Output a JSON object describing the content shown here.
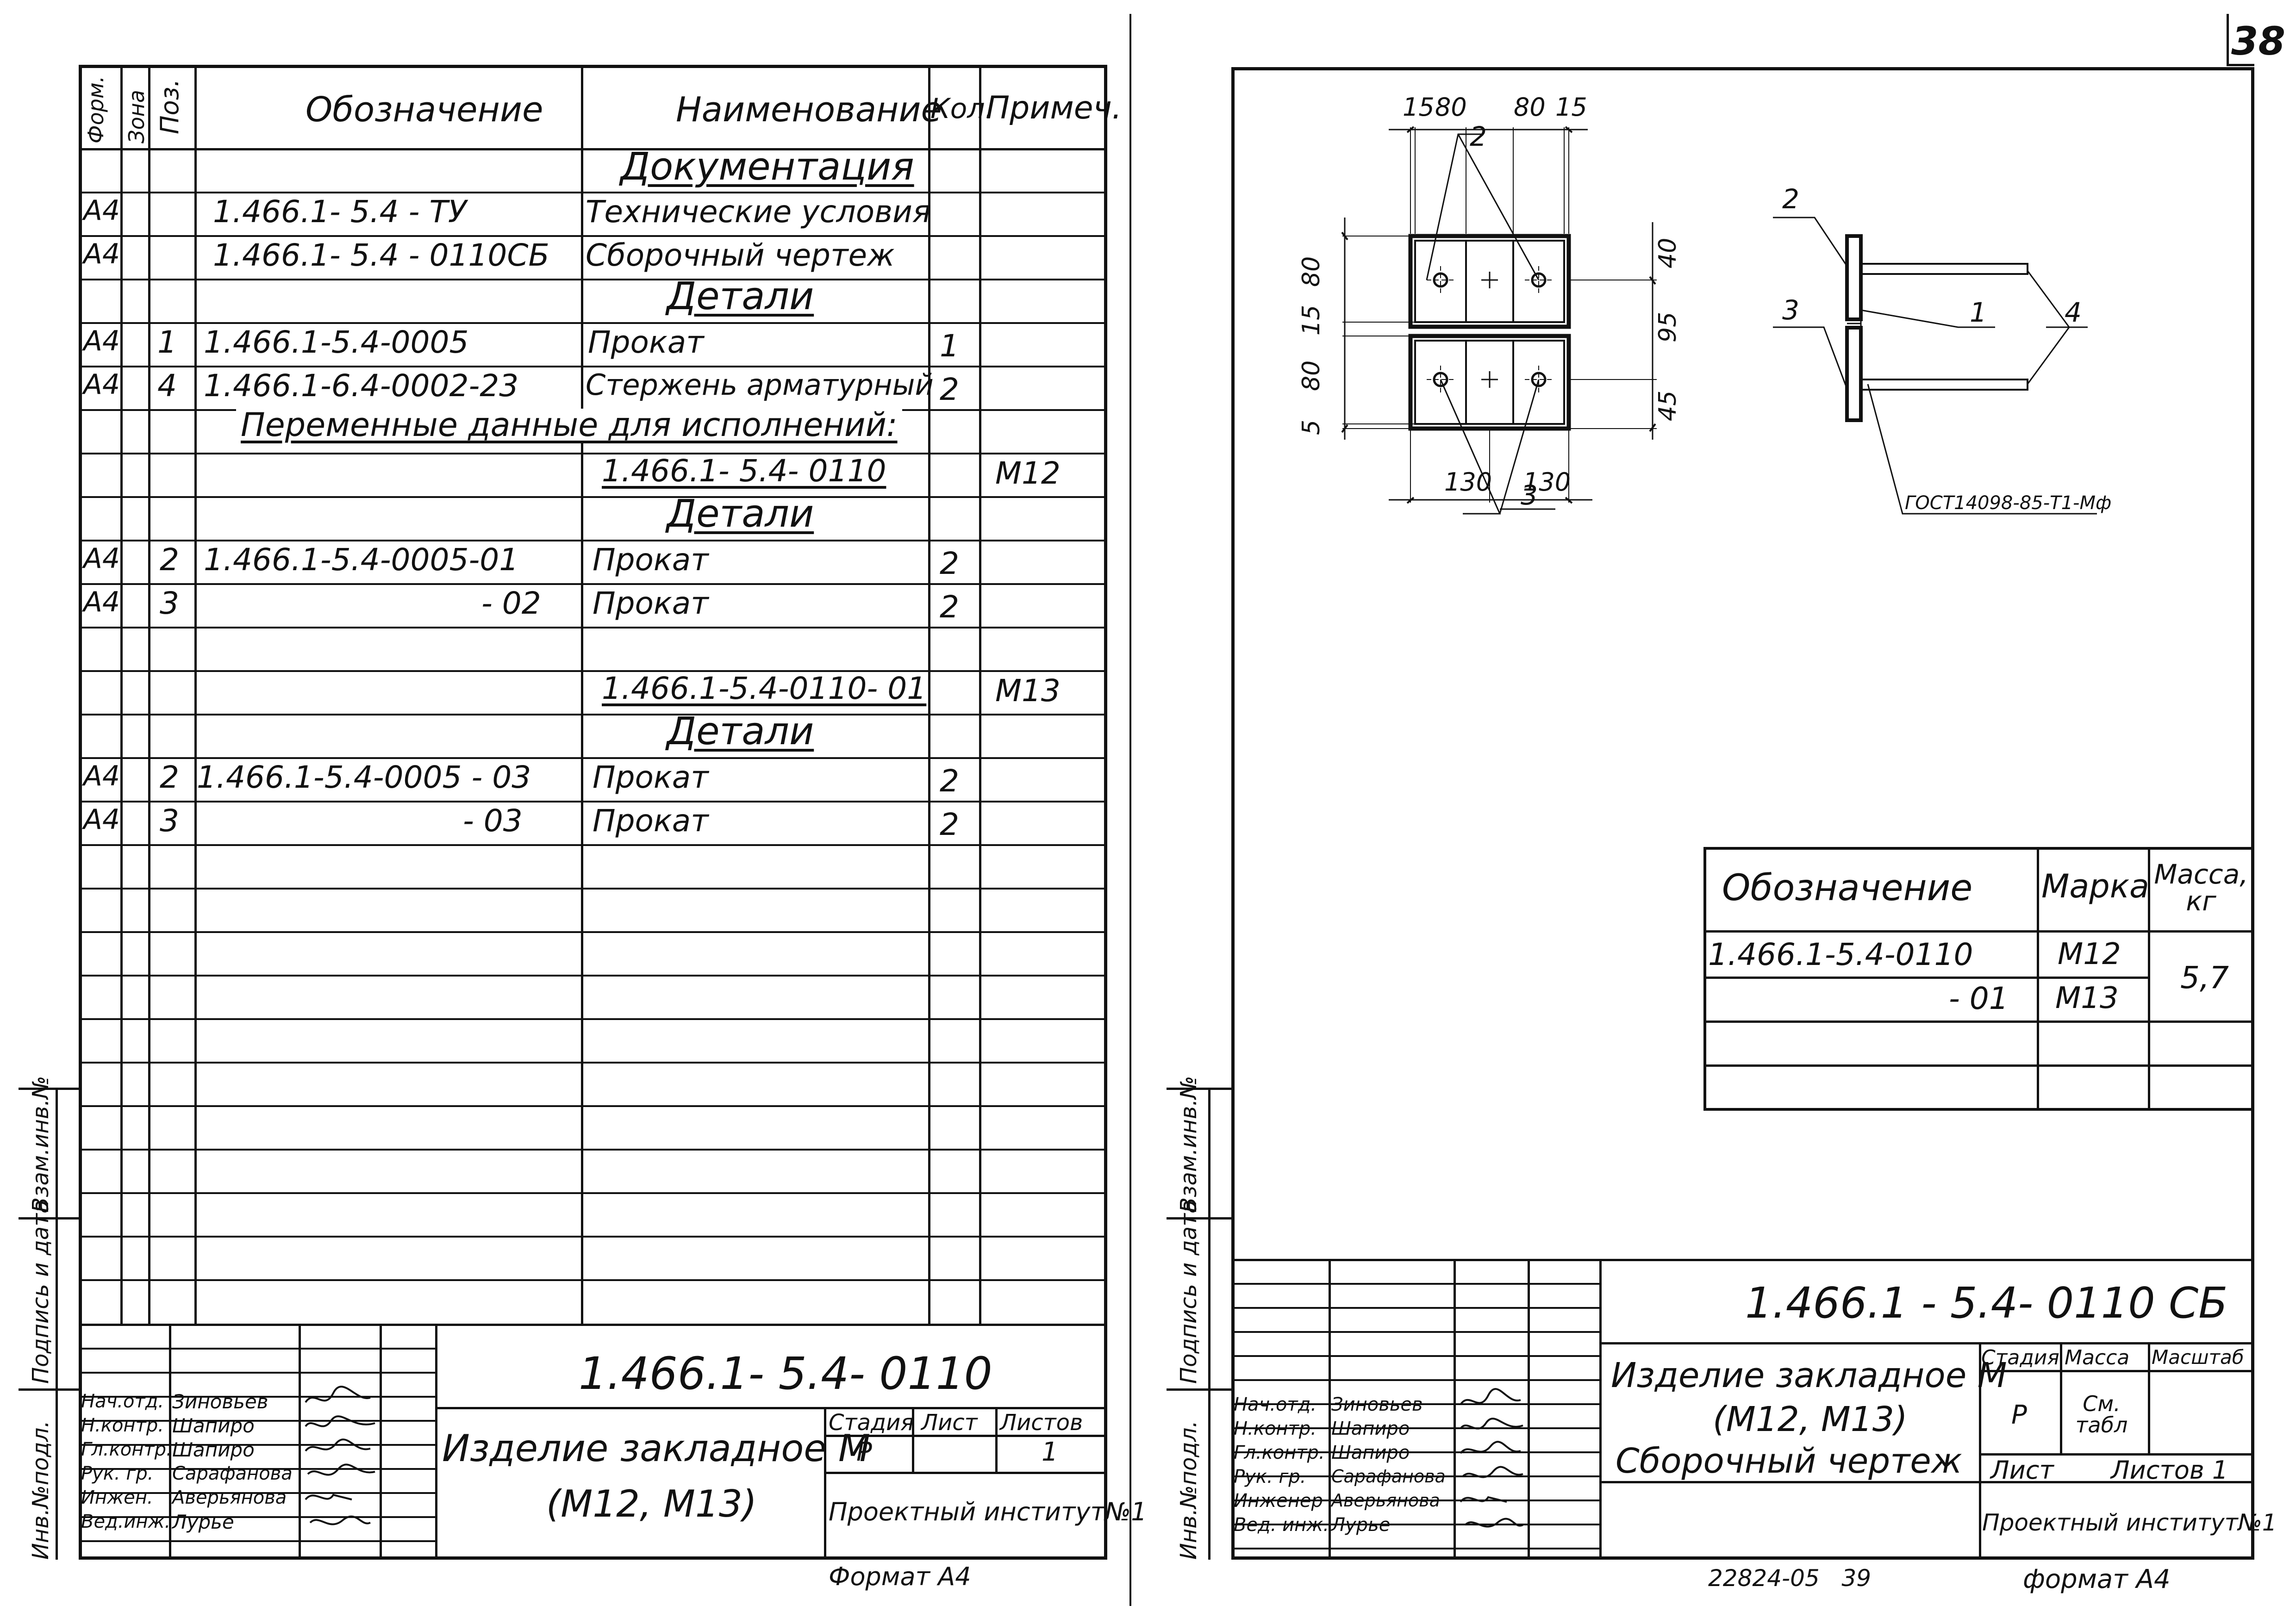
{
  "page_number": "38",
  "left_sheet": {
    "header": {
      "form": "Форм.",
      "zone": "Зона",
      "pos": "Поз.",
      "designation": "Обозначение",
      "name": "Наименование",
      "qty": "Кол.",
      "note": "Примеч."
    },
    "rows": [
      {
        "form": "",
        "pos": "",
        "designation": "",
        "name": "Документация",
        "qty": "",
        "note": "",
        "section": true
      },
      {
        "form": "А4",
        "pos": "",
        "designation": "1.466.1- 5.4 - ТУ",
        "name": "Технические условия",
        "qty": "",
        "note": ""
      },
      {
        "form": "А4",
        "pos": "",
        "designation": "1.466.1- 5.4 - 0110СБ",
        "name": "Сборочный чертеж",
        "qty": "",
        "note": ""
      },
      {
        "form": "",
        "pos": "",
        "designation": "",
        "name": "Детали",
        "qty": "",
        "note": "",
        "section": true
      },
      {
        "form": "А4",
        "pos": "1",
        "designation": "1.466.1-5.4-0005",
        "name": "Прокат",
        "qty": "1",
        "note": ""
      },
      {
        "form": "А4",
        "pos": "4",
        "designation": "1.466.1-6.4-0002-23",
        "name": "Стержень арматурный",
        "qty": "2",
        "note": ""
      },
      {
        "form": "",
        "pos": "",
        "designation": "",
        "name": "",
        "qty": "",
        "note": "",
        "span": "Переменные данные для исполнений:"
      },
      {
        "form": "",
        "pos": "",
        "designation": "",
        "name": "1.466.1- 5.4- 0110",
        "qty": "",
        "note": "М12",
        "underline_name": true
      },
      {
        "form": "",
        "pos": "",
        "designation": "",
        "name": "Детали",
        "qty": "",
        "note": "",
        "section": true
      },
      {
        "form": "А4",
        "pos": "2",
        "designation": "1.466.1-5.4-0005-01",
        "name": "Прокат",
        "qty": "2",
        "note": ""
      },
      {
        "form": "А4",
        "pos": "3",
        "designation": "- 02",
        "name": "Прокат",
        "qty": "2",
        "note": "",
        "right_designation": true
      },
      {
        "form": "",
        "pos": "",
        "designation": "",
        "name": "",
        "qty": "",
        "note": ""
      },
      {
        "form": "",
        "pos": "",
        "designation": "",
        "name": "1.466.1-5.4-0110- 01",
        "qty": "",
        "note": "М13",
        "underline_name": true
      },
      {
        "form": "",
        "pos": "",
        "designation": "",
        "name": "Детали",
        "qty": "",
        "note": "",
        "section": true
      },
      {
        "form": "А4",
        "pos": "2",
        "designation": "1.466.1-5.4-0005 - 03",
        "name": "Прокат",
        "qty": "2",
        "note": ""
      },
      {
        "form": "А4",
        "pos": "3",
        "designation": "- 03",
        "name": "Прокат",
        "qty": "2",
        "note": "",
        "right_designation": true
      }
    ],
    "side_labels": [
      "Инв.№подл.",
      "Подпись и дата",
      "Взам.инв.№"
    ],
    "title_block": {
      "code": "1.466.1- 5.4- 0110",
      "title_line1": "Изделие закладное М",
      "title_line2": "(М12, М13)",
      "stage_label": "Стадия",
      "sheet_label": "Лист",
      "sheets_label": "Листов",
      "stage_value": "Р",
      "sheets_value": "1",
      "org": "Проектный институт№1",
      "roles": [
        "Нач.отд.",
        "Н.контр.",
        "Гл.контр.",
        "Рук. гр.",
        "Инжен.",
        "Вед.инж."
      ],
      "names": [
        "Зиновьев",
        "Шапиро",
        "Шапиро",
        "Сарафанова",
        "Аверьянова",
        "Лурье"
      ]
    },
    "format": "Формат А4"
  },
  "right_sheet": {
    "drawing": {
      "dims_top": [
        "15",
        "80",
        "80",
        "15"
      ],
      "dims_left": [
        "80",
        "15",
        "80",
        "5"
      ],
      "dims_right": [
        "40",
        "95",
        "45"
      ],
      "dims_bottom": [
        "130",
        "130"
      ],
      "callouts_plan": [
        "2",
        "3"
      ],
      "callouts_side": [
        "2",
        "1",
        "3",
        "4"
      ],
      "weld_note": "ГОСТ14098-85-Т1-Мф"
    },
    "variants_table": {
      "headers": [
        "Обозначение",
        "Марка",
        "Масса, кг"
      ],
      "rows": [
        {
          "designation": "1.466.1-5.4-0110",
          "mark": "М12"
        },
        {
          "designation": "- 01",
          "mark": "М13"
        }
      ],
      "mass": "5,7"
    },
    "side_labels": [
      "Инв.№подл.",
      "Подпись и дата",
      "Взам.инв.№"
    ],
    "title_block": {
      "code": "1.466.1 - 5.4- 0110 СБ",
      "title_line1": "Изделие закладное М",
      "title_line2": "(М12, М13)",
      "title_line3": "Сборочный чертеж",
      "stage_label": "Стадия",
      "mass_label": "Масса",
      "scale_label": "Масштаб",
      "stage_value": "Р",
      "mass_value": "См. табл",
      "sheet_label": "Лист",
      "sheets_label": "Листов 1",
      "org": "Проектный институт№1",
      "roles": [
        "Нач.отд.",
        "Н.контр.",
        "Гл.контр.",
        "Рук. гр.",
        "Инженер",
        "Вед. инж."
      ],
      "names": [
        "Зиновьев",
        "Шапиро",
        "Шапиро",
        "Сарафанова",
        "Аверьянова",
        "Лурье"
      ]
    },
    "bottom_number": "22824-05   39",
    "format": "формат А4"
  }
}
